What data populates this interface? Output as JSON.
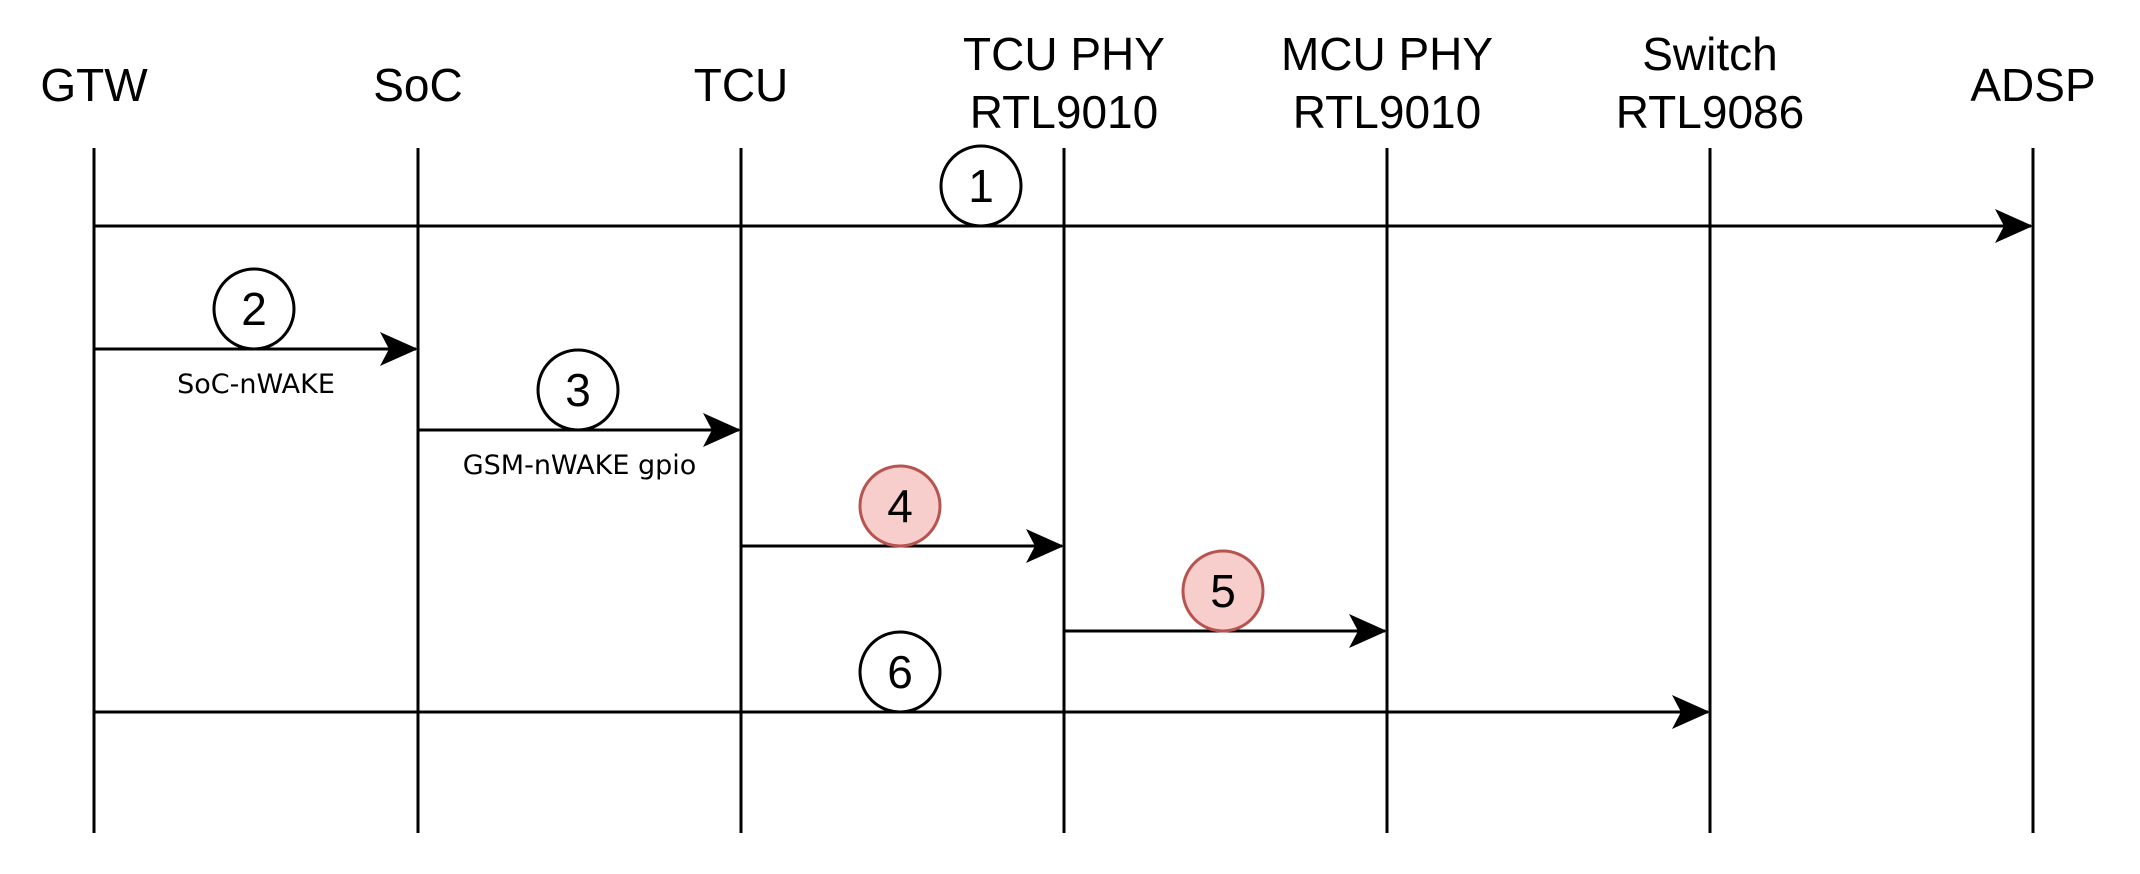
{
  "diagram": {
    "type": "sequence",
    "participants": [
      {
        "id": "gtw",
        "lines": [
          "GTW"
        ]
      },
      {
        "id": "soc",
        "lines": [
          "SoC"
        ]
      },
      {
        "id": "tcu",
        "lines": [
          "TCU"
        ]
      },
      {
        "id": "tcu-phy",
        "lines": [
          "TCU PHY",
          "RTL9010"
        ]
      },
      {
        "id": "mcu-phy",
        "lines": [
          "MCU PHY",
          "RTL9010"
        ]
      },
      {
        "id": "switch",
        "lines": [
          "Switch",
          "RTL9086"
        ]
      },
      {
        "id": "adsp",
        "lines": [
          "ADSP"
        ]
      }
    ],
    "messages": [
      {
        "step": "1",
        "from": "gtw",
        "to": "adsp",
        "label": "",
        "highlight": false
      },
      {
        "step": "2",
        "from": "gtw",
        "to": "soc",
        "label": "SoC-nWAKE",
        "highlight": false
      },
      {
        "step": "3",
        "from": "soc",
        "to": "tcu",
        "label": "GSM-nWAKE gpio",
        "highlight": false
      },
      {
        "step": "4",
        "from": "tcu",
        "to": "tcu-phy",
        "label": "",
        "highlight": true
      },
      {
        "step": "5",
        "from": "tcu-phy",
        "to": "mcu-phy",
        "label": "",
        "highlight": true
      },
      {
        "step": "6",
        "from": "gtw",
        "to": "switch",
        "label": "",
        "highlight": false
      }
    ]
  },
  "colors": {
    "line": "#000000",
    "circle_fill": "#ffffff",
    "circle_stroke": "#000000",
    "highlight_fill": "#f8cecc",
    "highlight_stroke": "#b85450"
  }
}
